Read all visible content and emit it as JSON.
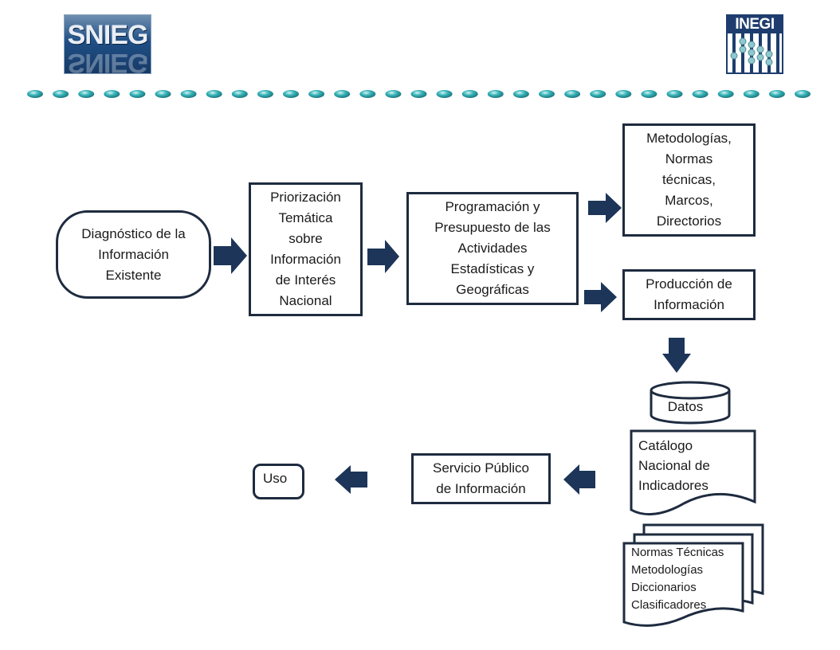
{
  "logos": {
    "left": "SNIEG",
    "right": "INEGI",
    "accent_dark": "#1e3d6e",
    "accent_teal": "#2aa7ad"
  },
  "nodes": {
    "diagnostico": "Diagnóstico de la\nInformación\nExistente",
    "priorizacion": "Priorización\nTemática\nsobre\nInformación\nde Interés\nNacional",
    "programacion": "Programación y\nPresupuesto de las\nActividades\nEstadísticas y\nGeográficas",
    "metodologias": "Metodologías,\nNormas\ntécnicas,\nMarcos,\nDirectorios",
    "produccion": "Producción de\nInformación",
    "datos": "Datos",
    "catalogo": [
      "Catálogo",
      "Nacional de",
      "Indicadores"
    ],
    "normas_stack": [
      "Normas Técnicas",
      "Metodologías",
      "Diccionarios",
      "Clasificadores"
    ],
    "servicio": "Servicio Público\nde Información",
    "uso": "Uso"
  },
  "colors": {
    "arrow": "#1c3558",
    "border": "#1e2b3f"
  }
}
